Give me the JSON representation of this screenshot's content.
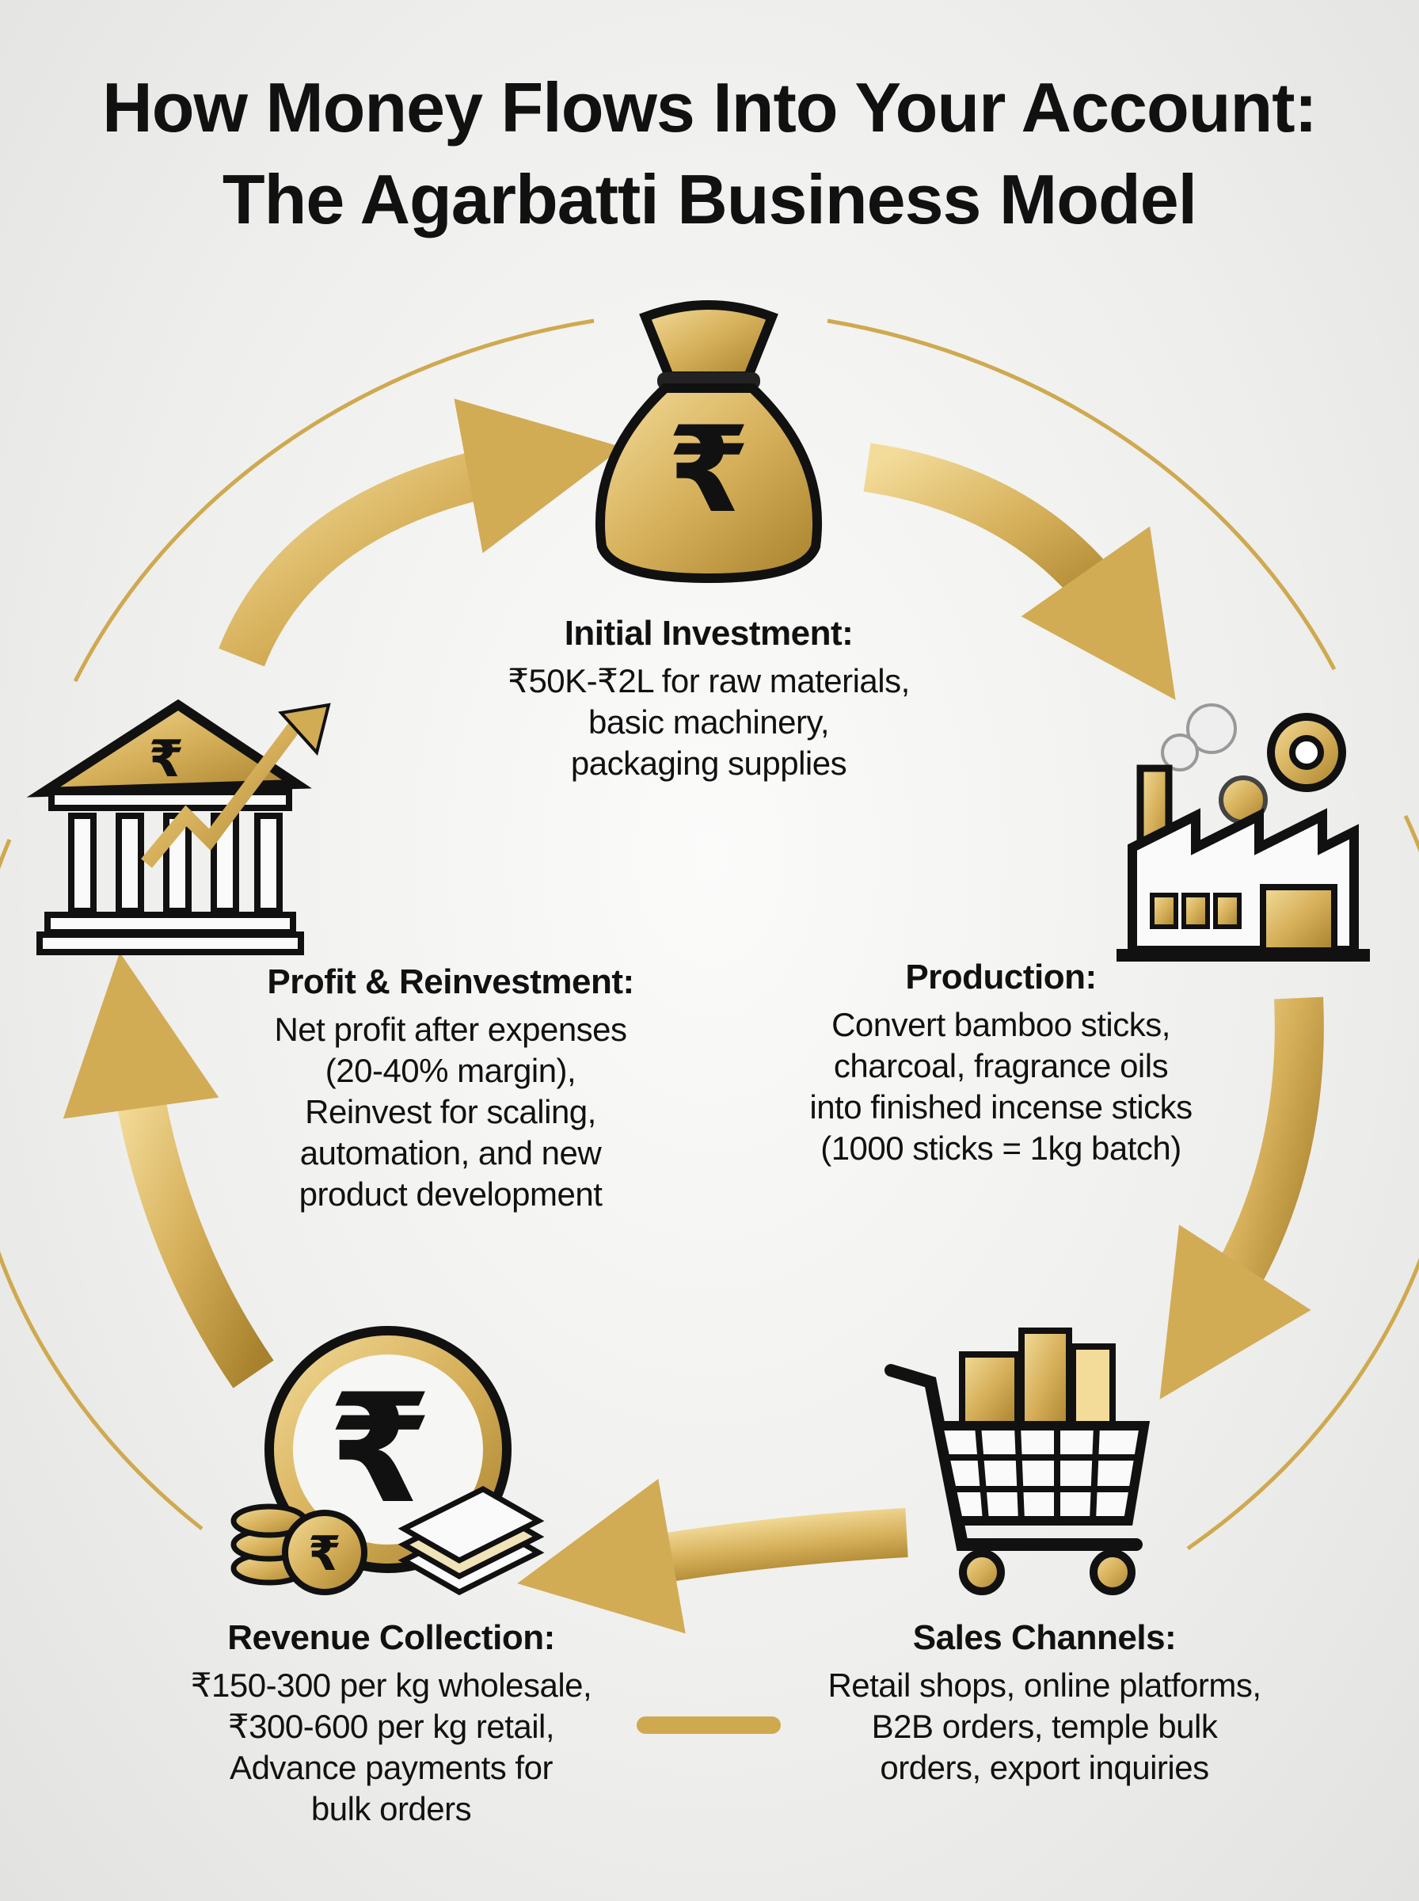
{
  "title": {
    "line1": "How Money Flows Into Your Account:",
    "line2": "The Agarbatti Business Model"
  },
  "colors": {
    "gold": "#d9b45a",
    "gold_dark": "#a8832e",
    "ink": "#111111"
  },
  "icons": {
    "currency_symbol": "₹"
  },
  "steps": [
    {
      "id": "initial-investment",
      "icon": "money-bag-icon",
      "heading": "Initial Investment:",
      "lines": [
        "₹50K-₹2L for raw materials,",
        "basic machinery,",
        "packaging supplies"
      ]
    },
    {
      "id": "production",
      "icon": "factory-icon",
      "heading": "Production:",
      "lines": [
        "Convert bamboo sticks,",
        "charcoal, fragrance oils",
        "into finished incense sticks",
        "(1000 sticks = 1kg batch)"
      ]
    },
    {
      "id": "sales-channels",
      "icon": "shopping-cart-icon",
      "heading": "Sales Channels:",
      "lines": [
        "Retail shops, online platforms,",
        "B2B orders, temple bulk",
        "orders, export inquiries"
      ]
    },
    {
      "id": "revenue-collection",
      "icon": "coins-cash-icon",
      "heading": "Revenue Collection:",
      "lines": [
        "₹150-300 per kg wholesale,",
        "₹300-600 per kg retail,",
        "Advance payments for",
        "bulk orders"
      ]
    },
    {
      "id": "profit-reinvestment",
      "icon": "bank-growth-icon",
      "heading": "Profit & Reinvestment:",
      "lines": [
        "Net profit after expenses",
        "(20-40% margin),",
        "Reinvest for scaling,",
        "automation, and new",
        "product development"
      ]
    }
  ]
}
